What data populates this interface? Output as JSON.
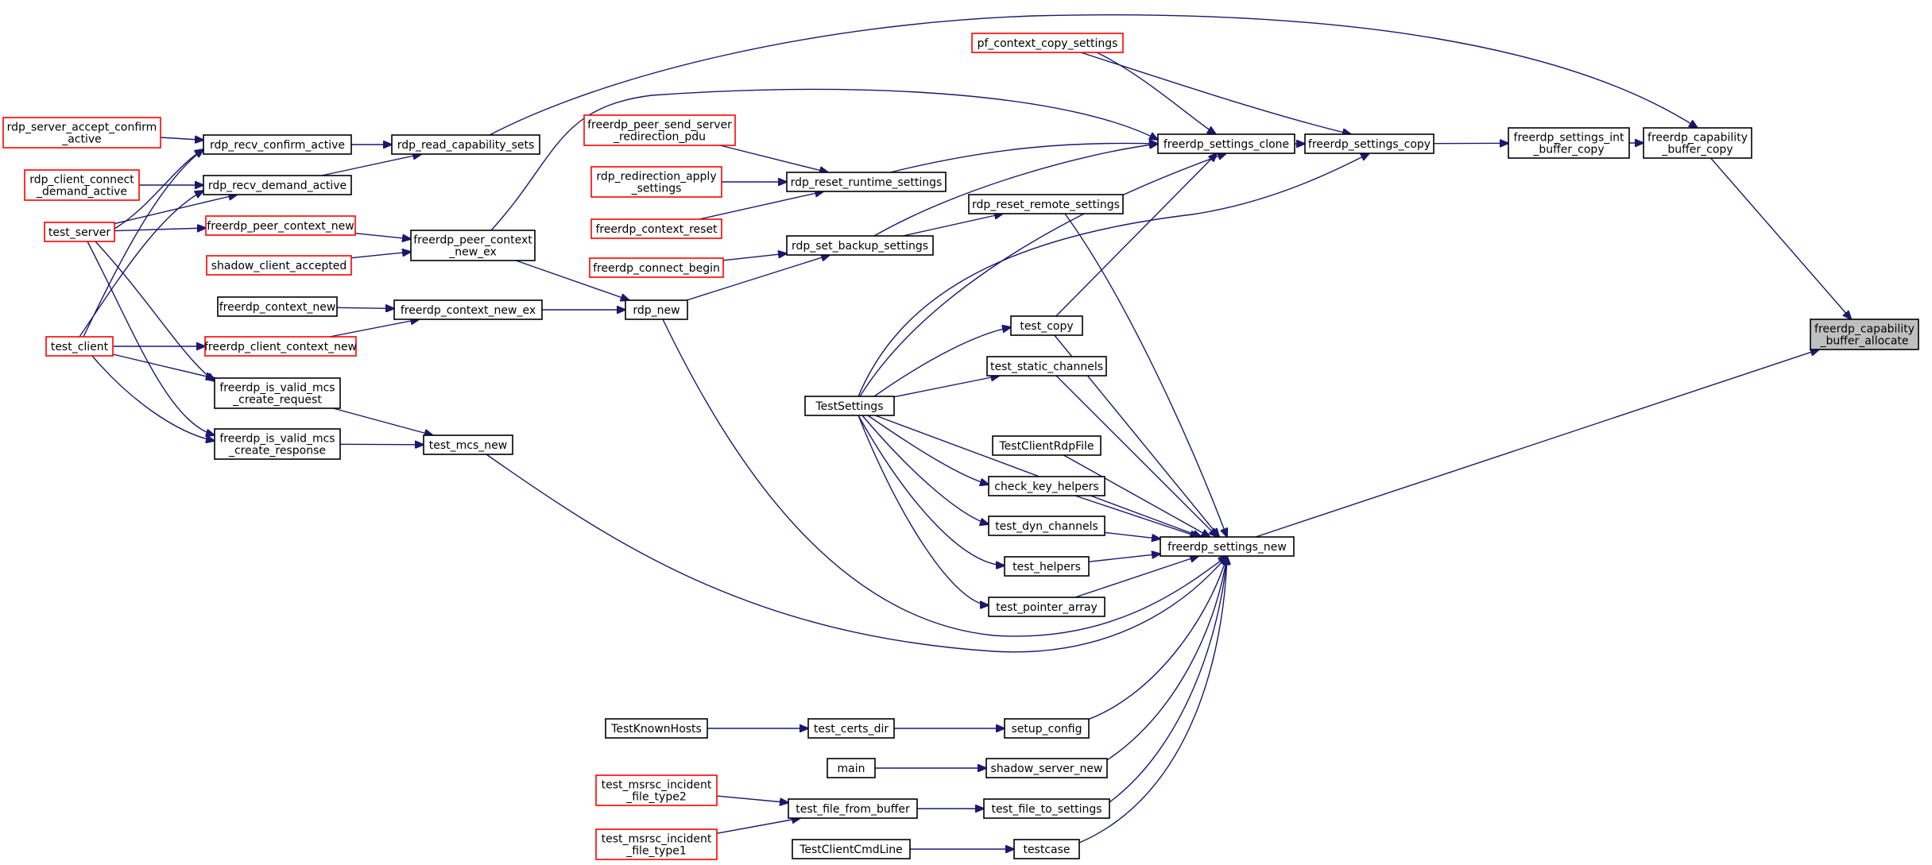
{
  "graph": {
    "nodes": [
      {
        "id": "focus",
        "lines": [
          "freerdp_capability",
          "_buffer_allocate"
        ],
        "style": "focus"
      },
      {
        "id": "cap_copy",
        "lines": [
          "freerdp_capability",
          "_buffer_copy"
        ],
        "style": "normal"
      },
      {
        "id": "int_copy",
        "lines": [
          "freerdp_settings_int",
          "_buffer_copy"
        ],
        "style": "normal"
      },
      {
        "id": "settings_copy",
        "lines": [
          "freerdp_settings_copy"
        ],
        "style": "normal"
      },
      {
        "id": "settings_clone",
        "lines": [
          "freerdp_settings_clone"
        ],
        "style": "normal"
      },
      {
        "id": "settings_new",
        "lines": [
          "freerdp_settings_new"
        ],
        "style": "normal"
      },
      {
        "id": "pf_copy",
        "lines": [
          "pf_context_copy_settings"
        ],
        "style": "truncated"
      },
      {
        "id": "reset_runtime",
        "lines": [
          "rdp_reset_runtime_settings"
        ],
        "style": "normal"
      },
      {
        "id": "reset_remote",
        "lines": [
          "rdp_reset_remote_settings"
        ],
        "style": "normal"
      },
      {
        "id": "set_backup",
        "lines": [
          "rdp_set_backup_settings"
        ],
        "style": "normal"
      },
      {
        "id": "rdp_new",
        "lines": [
          "rdp_new"
        ],
        "style": "normal"
      },
      {
        "id": "test_copy",
        "lines": [
          "test_copy"
        ],
        "style": "normal"
      },
      {
        "id": "test_static",
        "lines": [
          "test_static_channels"
        ],
        "style": "normal"
      },
      {
        "id": "testsettings",
        "lines": [
          "TestSettings"
        ],
        "style": "normal"
      },
      {
        "id": "clientrdpfile",
        "lines": [
          "TestClientRdpFile"
        ],
        "style": "normal"
      },
      {
        "id": "check_key",
        "lines": [
          "check_key_helpers"
        ],
        "style": "normal"
      },
      {
        "id": "test_dyn",
        "lines": [
          "test_dyn_channels"
        ],
        "style": "normal"
      },
      {
        "id": "test_helpers",
        "lines": [
          "test_helpers"
        ],
        "style": "normal"
      },
      {
        "id": "test_pointer",
        "lines": [
          "test_pointer_array"
        ],
        "style": "normal"
      },
      {
        "id": "peer_send",
        "lines": [
          "freerdp_peer_send_server",
          "_redirection_pdu"
        ],
        "style": "truncated"
      },
      {
        "id": "redir_apply",
        "lines": [
          "rdp_redirection_apply",
          "_settings"
        ],
        "style": "truncated"
      },
      {
        "id": "ctx_reset",
        "lines": [
          "freerdp_context_reset"
        ],
        "style": "truncated"
      },
      {
        "id": "connect_begin",
        "lines": [
          "freerdp_connect_begin"
        ],
        "style": "truncated"
      },
      {
        "id": "read_caps",
        "lines": [
          "rdp_read_capability_sets"
        ],
        "style": "normal"
      },
      {
        "id": "peer_ctx_ex",
        "lines": [
          "freerdp_peer_context",
          "_new_ex"
        ],
        "style": "normal"
      },
      {
        "id": "ctx_new_ex",
        "lines": [
          "freerdp_context_new_ex"
        ],
        "style": "normal"
      },
      {
        "id": "recv_confirm",
        "lines": [
          "rdp_recv_confirm_active"
        ],
        "style": "normal"
      },
      {
        "id": "recv_demand",
        "lines": [
          "rdp_recv_demand_active"
        ],
        "style": "normal"
      },
      {
        "id": "peer_ctx_new",
        "lines": [
          "freerdp_peer_context_new"
        ],
        "style": "truncated"
      },
      {
        "id": "shadow_accepted",
        "lines": [
          "shadow_client_accepted"
        ],
        "style": "truncated"
      },
      {
        "id": "ctx_new",
        "lines": [
          "freerdp_context_new"
        ],
        "style": "normal"
      },
      {
        "id": "client_ctx_new",
        "lines": [
          "freerdp_client_context_new"
        ],
        "style": "truncated"
      },
      {
        "id": "mcs_req",
        "lines": [
          "freerdp_is_valid_mcs",
          "_create_request"
        ],
        "style": "normal"
      },
      {
        "id": "mcs_resp",
        "lines": [
          "freerdp_is_valid_mcs",
          "_create_response"
        ],
        "style": "normal"
      },
      {
        "id": "test_mcs",
        "lines": [
          "test_mcs_new"
        ],
        "style": "normal"
      },
      {
        "id": "srv_accept",
        "lines": [
          "rdp_server_accept_confirm",
          "_active"
        ],
        "style": "truncated"
      },
      {
        "id": "cli_connect",
        "lines": [
          "rdp_client_connect",
          "_demand_active"
        ],
        "style": "truncated"
      },
      {
        "id": "test_server",
        "lines": [
          "test_server"
        ],
        "style": "truncated"
      },
      {
        "id": "test_client",
        "lines": [
          "test_client"
        ],
        "style": "truncated"
      },
      {
        "id": "setup_config",
        "lines": [
          "setup_config"
        ],
        "style": "normal"
      },
      {
        "id": "certs_dir",
        "lines": [
          "test_certs_dir"
        ],
        "style": "normal"
      },
      {
        "id": "knownhosts",
        "lines": [
          "TestKnownHosts"
        ],
        "style": "normal"
      },
      {
        "id": "shadow_srv_new",
        "lines": [
          "shadow_server_new"
        ],
        "style": "normal"
      },
      {
        "id": "main",
        "lines": [
          "main"
        ],
        "style": "normal"
      },
      {
        "id": "file_to_settings",
        "lines": [
          "test_file_to_settings"
        ],
        "style": "normal"
      },
      {
        "id": "file_from_buf",
        "lines": [
          "test_file_from_buffer"
        ],
        "style": "normal"
      },
      {
        "id": "msrsc2",
        "lines": [
          "test_msrsc_incident",
          "_file_type2"
        ],
        "style": "truncated"
      },
      {
        "id": "msrsc1",
        "lines": [
          "test_msrsc_incident",
          "_file_type1"
        ],
        "style": "truncated"
      },
      {
        "id": "testcase",
        "lines": [
          "testcase"
        ],
        "style": "normal"
      },
      {
        "id": "clientcmdline",
        "lines": [
          "TestClientCmdLine"
        ],
        "style": "normal"
      }
    ],
    "edges": [
      {
        "from": "cap_copy",
        "to": "focus"
      },
      {
        "from": "settings_new",
        "to": "focus"
      },
      {
        "from": "int_copy",
        "to": "cap_copy"
      },
      {
        "from": "read_caps",
        "to": "cap_copy"
      },
      {
        "from": "settings_copy",
        "to": "int_copy"
      },
      {
        "from": "settings_clone",
        "to": "settings_copy"
      },
      {
        "from": "pf_copy",
        "to": "settings_copy"
      },
      {
        "from": "testsettings",
        "to": "settings_copy"
      },
      {
        "from": "pf_copy",
        "to": "settings_clone"
      },
      {
        "from": "reset_runtime",
        "to": "settings_clone"
      },
      {
        "from": "set_backup",
        "to": "settings_clone"
      },
      {
        "from": "peer_ctx_ex",
        "to": "settings_clone"
      },
      {
        "from": "test_copy",
        "to": "settings_clone"
      },
      {
        "from": "testsettings",
        "to": "settings_clone"
      },
      {
        "from": "peer_send",
        "to": "reset_runtime"
      },
      {
        "from": "redir_apply",
        "to": "reset_runtime"
      },
      {
        "from": "ctx_reset",
        "to": "reset_runtime"
      },
      {
        "from": "set_backup",
        "to": "reset_remote"
      },
      {
        "from": "connect_begin",
        "to": "set_backup"
      },
      {
        "from": "rdp_new",
        "to": "set_backup"
      },
      {
        "from": "reset_remote",
        "to": "settings_new"
      },
      {
        "from": "rdp_new",
        "to": "settings_new"
      },
      {
        "from": "test_copy",
        "to": "settings_new"
      },
      {
        "from": "test_static",
        "to": "settings_new"
      },
      {
        "from": "testsettings",
        "to": "settings_new"
      },
      {
        "from": "clientrdpfile",
        "to": "settings_new"
      },
      {
        "from": "check_key",
        "to": "settings_new"
      },
      {
        "from": "test_dyn",
        "to": "settings_new"
      },
      {
        "from": "test_helpers",
        "to": "settings_new"
      },
      {
        "from": "test_pointer",
        "to": "settings_new"
      },
      {
        "from": "test_mcs",
        "to": "settings_new"
      },
      {
        "from": "setup_config",
        "to": "settings_new"
      },
      {
        "from": "shadow_srv_new",
        "to": "settings_new"
      },
      {
        "from": "file_to_settings",
        "to": "settings_new"
      },
      {
        "from": "testcase",
        "to": "settings_new"
      },
      {
        "from": "testsettings",
        "to": "test_copy"
      },
      {
        "from": "testsettings",
        "to": "test_static"
      },
      {
        "from": "testsettings",
        "to": "check_key"
      },
      {
        "from": "testsettings",
        "to": "test_dyn"
      },
      {
        "from": "testsettings",
        "to": "test_helpers"
      },
      {
        "from": "testsettings",
        "to": "test_pointer"
      },
      {
        "from": "peer_ctx_ex",
        "to": "rdp_new"
      },
      {
        "from": "ctx_new_ex",
        "to": "rdp_new"
      },
      {
        "from": "recv_confirm",
        "to": "read_caps"
      },
      {
        "from": "recv_demand",
        "to": "read_caps"
      },
      {
        "from": "peer_ctx_new",
        "to": "peer_ctx_ex"
      },
      {
        "from": "shadow_accepted",
        "to": "peer_ctx_ex"
      },
      {
        "from": "ctx_new",
        "to": "ctx_new_ex"
      },
      {
        "from": "client_ctx_new",
        "to": "ctx_new_ex"
      },
      {
        "from": "srv_accept",
        "to": "recv_confirm"
      },
      {
        "from": "test_server",
        "to": "recv_confirm"
      },
      {
        "from": "test_client",
        "to": "recv_confirm"
      },
      {
        "from": "cli_connect",
        "to": "recv_demand"
      },
      {
        "from": "test_server",
        "to": "recv_demand"
      },
      {
        "from": "test_client",
        "to": "recv_demand"
      },
      {
        "from": "test_server",
        "to": "peer_ctx_new"
      },
      {
        "from": "test_client",
        "to": "client_ctx_new"
      },
      {
        "from": "test_server",
        "to": "mcs_req"
      },
      {
        "from": "test_server",
        "to": "mcs_resp"
      },
      {
        "from": "test_client",
        "to": "mcs_req"
      },
      {
        "from": "test_client",
        "to": "mcs_resp"
      },
      {
        "from": "mcs_req",
        "to": "test_mcs"
      },
      {
        "from": "mcs_resp",
        "to": "test_mcs"
      },
      {
        "from": "certs_dir",
        "to": "setup_config"
      },
      {
        "from": "knownhosts",
        "to": "certs_dir"
      },
      {
        "from": "main",
        "to": "shadow_srv_new"
      },
      {
        "from": "file_from_buf",
        "to": "file_to_settings"
      },
      {
        "from": "msrsc2",
        "to": "file_from_buf"
      },
      {
        "from": "msrsc1",
        "to": "file_from_buf"
      },
      {
        "from": "clientcmdline",
        "to": "testcase"
      }
    ]
  },
  "colors": {
    "edge": "#191970",
    "node_border": "#000000",
    "truncated_border": "#ff0000",
    "focus_fill": "#bfbfbf",
    "background": "#ffffff"
  }
}
